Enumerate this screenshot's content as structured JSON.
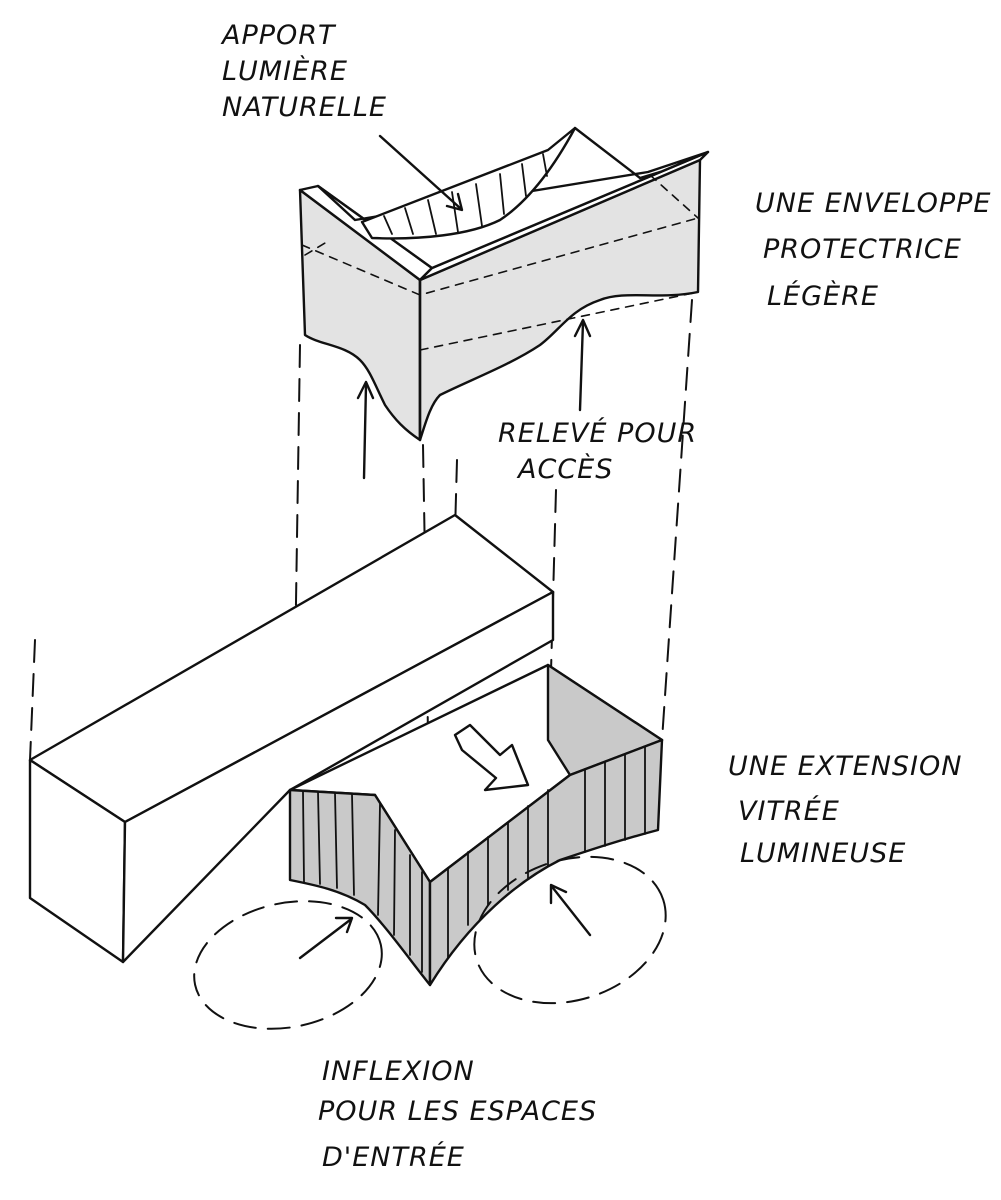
{
  "labels": {
    "apport": [
      "APPORT",
      "LUMIÈRE",
      "NATURELLE"
    ],
    "enveloppe": [
      "UNE ENVELOPPE",
      "PROTECTRICE",
      "LÉGÈRE"
    ],
    "releve": [
      "RELEVÉ POUR",
      "ACCÈS"
    ],
    "extension": [
      "UNE EXTENSION",
      "VITRÉE",
      "LUMINEUSE"
    ],
    "inflexion": [
      "INFLEXION",
      "POUR LES ESPACES",
      "D'ENTRÉE"
    ]
  },
  "colors": {
    "ink": "#111111",
    "roof_fill": "#e3e3e3",
    "glazing_fill": "#c9c9c9",
    "paper": "#ffffff"
  }
}
